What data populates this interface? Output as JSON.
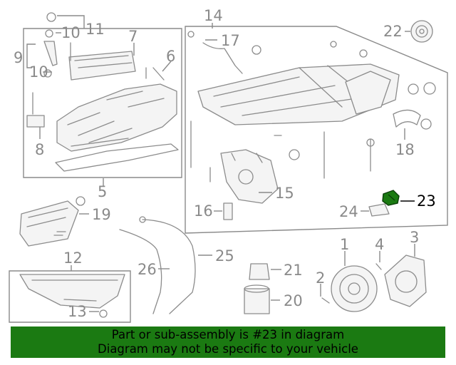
{
  "callouts": {
    "c1": "1",
    "c2": "2",
    "c3": "3",
    "c4": "4",
    "c5": "5",
    "c6": "6",
    "c7": "7",
    "c8": "8",
    "c9": "9",
    "c10a": "10",
    "c10b": "10",
    "c11": "11",
    "c12": "12",
    "c13": "13",
    "c14": "14",
    "c15": "15",
    "c16": "16",
    "c17": "17",
    "c18": "18",
    "c19": "19",
    "c20": "20",
    "c21": "21",
    "c22": "22",
    "c23": "23",
    "c24": "24",
    "c25": "25",
    "c26": "26"
  },
  "highlight_part": "23",
  "colors": {
    "highlight": "#1b7a12",
    "linework": "#8c8c8c",
    "text": "#000000"
  },
  "banner": {
    "line1": "Part or sub-assembly is #23 in diagram",
    "line2": "Diagram may not be specific to your vehicle"
  }
}
